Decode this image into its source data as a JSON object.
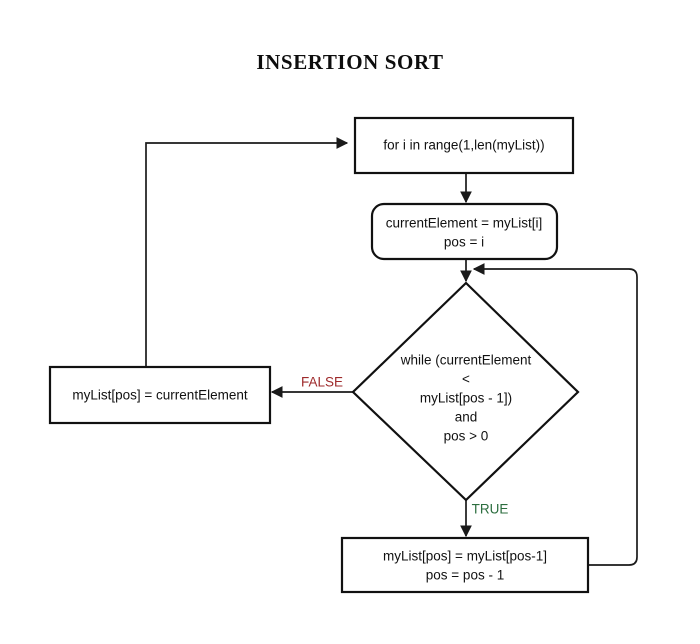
{
  "page": {
    "title": "INSERTION SORT",
    "background_color": "#ffffff",
    "ink_color": "#111111"
  },
  "diagram": {
    "type": "flowchart",
    "algorithm": "insertion sort",
    "nodes": [
      {
        "id": "loop-header",
        "shape": "rectangle",
        "lines": [
          "for i in range(1,len(myList))"
        ]
      },
      {
        "id": "init-assign",
        "shape": "rounded-rectangle",
        "lines": [
          "currentElement = myList[i]",
          "pos = i"
        ]
      },
      {
        "id": "while-condition",
        "shape": "diamond",
        "lines": [
          "while (currentElement",
          "<",
          "myList[pos - 1])",
          "and",
          "pos > 0"
        ]
      },
      {
        "id": "place-element",
        "shape": "rectangle",
        "lines": [
          "myList[pos] = currentElement"
        ]
      },
      {
        "id": "shift-element",
        "shape": "rectangle",
        "lines": [
          "myList[pos] = myList[pos-1]",
          "pos = pos - 1"
        ]
      }
    ],
    "edges": [
      {
        "id": "loop-to-init",
        "from": "loop-header",
        "to": "init-assign",
        "label": ""
      },
      {
        "id": "init-to-condition",
        "from": "init-assign",
        "to": "while-condition",
        "label": ""
      },
      {
        "id": "condition-false",
        "from": "while-condition",
        "to": "place-element",
        "label": "FALSE"
      },
      {
        "id": "condition-true",
        "from": "while-condition",
        "to": "shift-element",
        "label": "TRUE"
      },
      {
        "id": "shift-back-to-cond",
        "from": "shift-element",
        "to": "while-condition",
        "label": ""
      },
      {
        "id": "place-back-to-loop",
        "from": "place-element",
        "to": "loop-header",
        "label": ""
      }
    ],
    "labels": {
      "false": "FALSE",
      "true": "TRUE"
    },
    "colors": {
      "false_label": "#9e2a2b",
      "true_label": "#2c6e3f",
      "stroke": "#111111",
      "fill": "#ffffff"
    }
  }
}
